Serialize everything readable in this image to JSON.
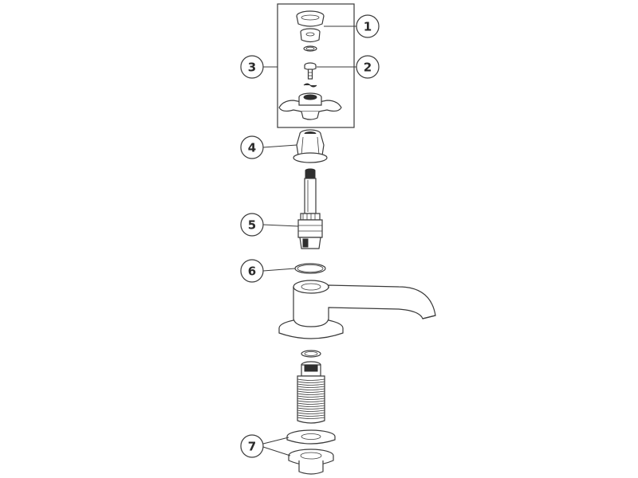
{
  "callouts": [
    {
      "label": "1",
      "part": "cap-and-seals"
    },
    {
      "label": "2",
      "part": "screw"
    },
    {
      "label": "3",
      "part": "handle-kit"
    },
    {
      "label": "4",
      "part": "shroud-nut"
    },
    {
      "label": "5",
      "part": "valve-cartridge"
    },
    {
      "label": "6",
      "part": "o-ring"
    },
    {
      "label": "7",
      "part": "washers-and-backnut"
    }
  ]
}
